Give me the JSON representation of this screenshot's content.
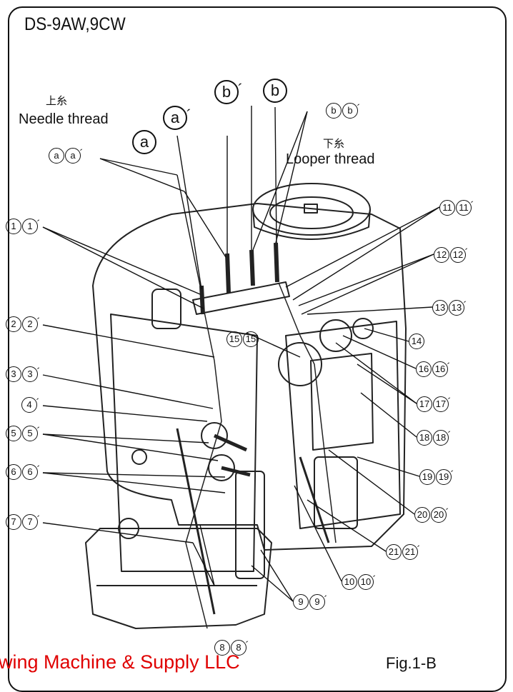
{
  "model": "DS-9AW,9CW",
  "needle": {
    "jp": "上糸",
    "en": "Needle thread"
  },
  "looper": {
    "jp": "下糸",
    "en": "Looper thread"
  },
  "labels": {
    "a": "a",
    "a_p": "a",
    "b_p": "b",
    "b": "b",
    "bb_p": "b",
    "aa_p": "a",
    "n1": "1",
    "n2": "2",
    "n3": "3",
    "n4": "4",
    "n5": "5",
    "n6": "6",
    "n7": "7",
    "n8": "8",
    "n9": "9",
    "n10": "10",
    "n11": "11",
    "n12": "12",
    "n13": "13",
    "n14": "14",
    "n15": "15",
    "n16": "16",
    "n17": "17",
    "n18": "18",
    "n19": "19",
    "n20": "20",
    "n21": "21"
  },
  "watermark": "wing Machine & Supply LLC",
  "figure": "Fig.1-B"
}
